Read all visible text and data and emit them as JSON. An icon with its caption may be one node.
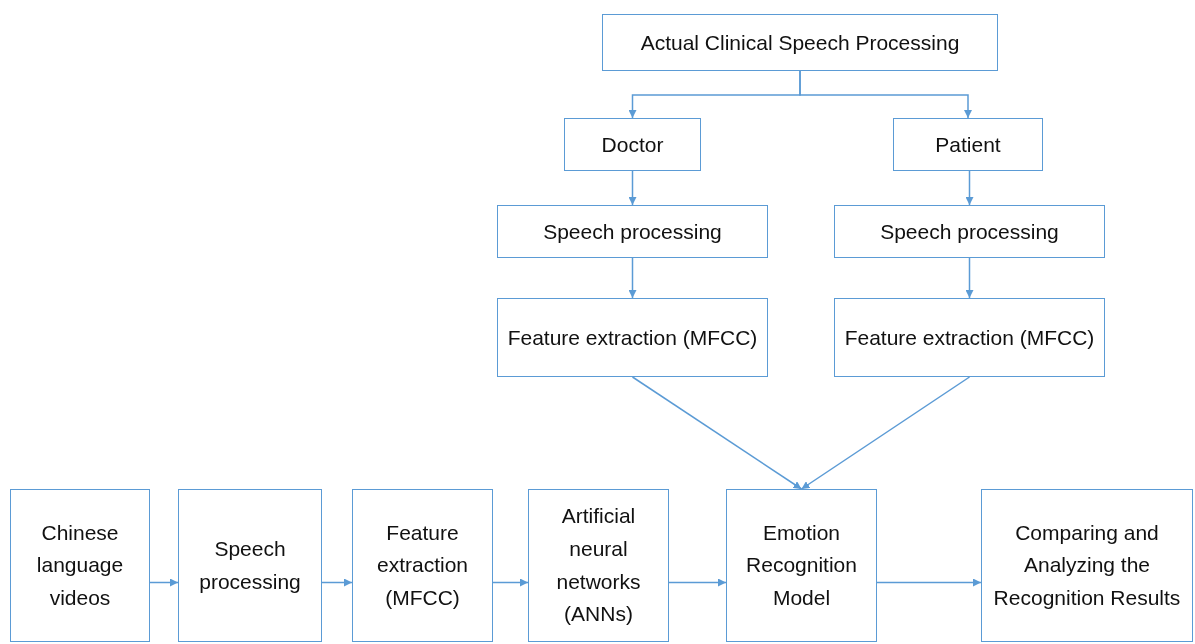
{
  "diagram": {
    "nodes": [
      {
        "text": [
          "Actual Clinical Speech Processing"
        ]
      },
      {
        "text": [
          "Doctor"
        ]
      },
      {
        "text": [
          "Patient"
        ]
      },
      {
        "text": [
          "Speech processing"
        ]
      },
      {
        "text": [
          "Speech processing"
        ]
      },
      {
        "text": [
          "Feature extraction (MFCC)"
        ]
      },
      {
        "text": [
          "Feature extraction (MFCC)"
        ]
      },
      {
        "text": [
          "Chinese language videos"
        ]
      },
      {
        "text": [
          "Speech processing"
        ]
      },
      {
        "text": [
          "Feature extraction (MFCC)"
        ]
      },
      {
        "text": [
          "Artificial neural networks (ANNs)"
        ]
      },
      {
        "text": [
          "Emotion Recognition Model"
        ]
      },
      {
        "text": [
          "Comparing and Analyzing the Recognition Results"
        ]
      }
    ],
    "edges": [
      {
        "from": 0,
        "to": 1,
        "arrow": "to"
      },
      {
        "from": 0,
        "to": 2,
        "arrow": "to"
      },
      {
        "from": 1,
        "to": 3,
        "arrow": "to"
      },
      {
        "from": 2,
        "to": 4,
        "arrow": "to"
      },
      {
        "from": 3,
        "to": 5,
        "arrow": "to"
      },
      {
        "from": 4,
        "to": 6,
        "arrow": "to"
      },
      {
        "from": 5,
        "to": 11,
        "arrow": "to"
      },
      {
        "from": 6,
        "to": 11,
        "arrow": "to"
      },
      {
        "from": 7,
        "to": 8,
        "arrow": "to"
      },
      {
        "from": 8,
        "to": 9,
        "arrow": "to"
      },
      {
        "from": 9,
        "to": 10,
        "arrow": "to"
      },
      {
        "from": 10,
        "to": 11,
        "arrow": "to"
      },
      {
        "from": 11,
        "to": 12,
        "arrow": "to"
      }
    ]
  }
}
